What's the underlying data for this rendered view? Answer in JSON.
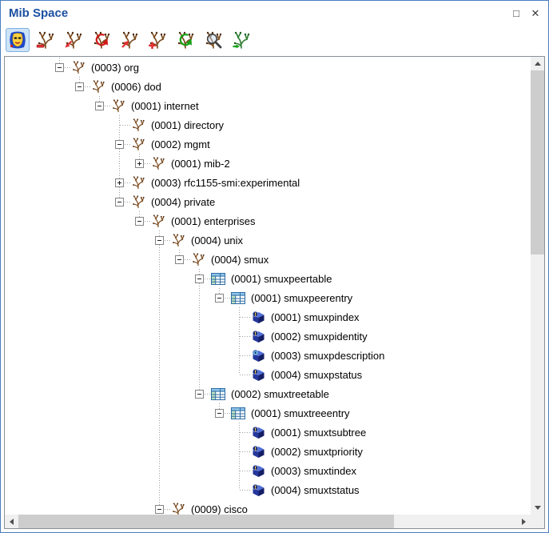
{
  "window": {
    "title": "Mib Space",
    "controls": [
      {
        "name": "maximize-button",
        "glyph": "□"
      },
      {
        "name": "close-button",
        "glyph": "✕"
      }
    ]
  },
  "colors": {
    "title_text": "#1c50a0",
    "window_border": "#4a7ebf",
    "selected_button_bg": "#cde3f7",
    "tree_line": "#9aa0a6",
    "scrollbar_thumb": "#cdcdcd"
  },
  "toolbar": {
    "buttons": [
      {
        "name": "mib-masks-button",
        "icon": "mask-icon",
        "selected": true
      },
      {
        "name": "unload-mib-button",
        "icon": "branch-minus-icon",
        "selected": false
      },
      {
        "name": "edit-node-button",
        "icon": "branch-edit-icon",
        "selected": false
      },
      {
        "name": "reload-mib-button",
        "icon": "branch-reload-icon",
        "selected": false
      },
      {
        "name": "import-node-button",
        "icon": "branch-arrow-icon",
        "selected": false
      },
      {
        "name": "add-node-button",
        "icon": "branch-plus-icon",
        "selected": false
      },
      {
        "name": "refresh-tree-button",
        "icon": "branch-refresh-icon",
        "selected": false
      },
      {
        "name": "find-node-button",
        "icon": "branch-search-icon",
        "selected": false
      },
      {
        "name": "load-mib-button",
        "icon": "branch-load-icon",
        "selected": false
      }
    ]
  },
  "tree": {
    "nodes": [
      {
        "label": "(0003) org",
        "depth": 0,
        "icon": "branch",
        "expander": "minus"
      },
      {
        "label": "(0006) dod",
        "depth": 1,
        "icon": "branch",
        "expander": "minus"
      },
      {
        "label": "(0001) internet",
        "depth": 2,
        "icon": "branch",
        "expander": "minus"
      },
      {
        "label": "(0001) directory",
        "depth": 3,
        "icon": "branch",
        "expander": null
      },
      {
        "label": "(0002) mgmt",
        "depth": 3,
        "icon": "branch",
        "expander": "minus"
      },
      {
        "label": "(0001) mib-2",
        "depth": 4,
        "icon": "branch",
        "expander": "plus"
      },
      {
        "label": "(0003) rfc1155-smi:experimental",
        "depth": 3,
        "icon": "branch",
        "expander": "plus"
      },
      {
        "label": "(0004) private",
        "depth": 3,
        "icon": "branch",
        "expander": "minus"
      },
      {
        "label": "(0001) enterprises",
        "depth": 4,
        "icon": "branch",
        "expander": "minus"
      },
      {
        "label": "(0004) unix",
        "depth": 5,
        "icon": "branch",
        "expander": "minus"
      },
      {
        "label": "(0004) smux",
        "depth": 6,
        "icon": "branch",
        "expander": "minus"
      },
      {
        "label": "(0001) smuxpeertable",
        "depth": 7,
        "icon": "table",
        "expander": "minus"
      },
      {
        "label": "(0001) smuxpeerentry",
        "depth": 8,
        "icon": "table",
        "expander": "minus"
      },
      {
        "label": "(0001) smuxpindex",
        "depth": 9,
        "icon": "leaf",
        "expander": null,
        "badge": "!",
        "badge_color": "#ffd24a"
      },
      {
        "label": "(0002) smuxpidentity",
        "depth": 9,
        "icon": "leaf",
        "expander": null,
        "badge": "!",
        "badge_color": "#ffd24a"
      },
      {
        "label": "(0003) smuxpdescription",
        "depth": 9,
        "icon": "leaf",
        "expander": null,
        "badge": "O",
        "badge_color": "#7fe3ff"
      },
      {
        "label": "(0004) smuxpstatus",
        "depth": 9,
        "icon": "leaf",
        "expander": null,
        "badge": "!",
        "badge_color": "#ffd24a"
      },
      {
        "label": "(0002) smuxtreetable",
        "depth": 7,
        "icon": "table",
        "expander": "minus"
      },
      {
        "label": "(0001) smuxtreeentry",
        "depth": 8,
        "icon": "table",
        "expander": "minus"
      },
      {
        "label": "(0001) smuxtsubtree",
        "depth": 9,
        "icon": "leaf",
        "expander": null,
        "badge": "!",
        "badge_color": "#ffd24a"
      },
      {
        "label": "(0002) smuxtpriority",
        "depth": 9,
        "icon": "leaf",
        "expander": null,
        "badge": "!",
        "badge_color": "#ffd24a"
      },
      {
        "label": "(0003) smuxtindex",
        "depth": 9,
        "icon": "leaf",
        "expander": null,
        "badge": "!",
        "badge_color": "#ffd24a"
      },
      {
        "label": "(0004) smuxtstatus",
        "depth": 9,
        "icon": "leaf",
        "expander": null,
        "badge": "!",
        "badge_color": "#ffd24a"
      },
      {
        "label": "(0009) cisco",
        "depth": 5,
        "icon": "branch",
        "expander": "minus"
      }
    ]
  }
}
